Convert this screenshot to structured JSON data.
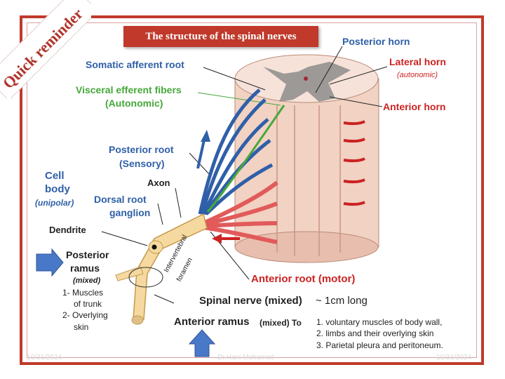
{
  "title": "The structure of the spinal nerves",
  "stamp": "Quick reminder",
  "footer": {
    "left": "10/31/2024",
    "center": "Dr.Hani Mohamed",
    "right": "10/31/2024"
  },
  "colors": {
    "frame": "#c0392b",
    "sensory": "#2f5fa8",
    "visceral": "#46a83a",
    "motor": "#cc2222",
    "cord": "#f1d2c3",
    "nerve": "#f5d9a0"
  },
  "labels": {
    "posterior_horn": "Posterior horn",
    "lateral_horn": "Lateral horn",
    "lateral_horn_note": "(autonomic)",
    "anterior_horn": "Anterior horn",
    "somatic_afferent_root": "Somatic afferent root",
    "visceral_efferent_1": "Visceral efferent fibers",
    "visceral_efferent_2": "(Autonomic)",
    "posterior_root_1": "Posterior root",
    "posterior_root_2": "(Sensory)",
    "axon": "Axon",
    "cell_body_1": "Cell",
    "cell_body_2": "body",
    "cell_body_3": "(unipolar)",
    "dorsal_root_1": "Dorsal root",
    "dorsal_root_2": "ganglion",
    "dendrite": "Dendrite",
    "posterior_ramus_1": "Posterior",
    "posterior_ramus_2": "ramus",
    "posterior_ramus_3": "(mixed)",
    "pr_item1a": "1- Muscles",
    "pr_item1b": "of trunk",
    "pr_item2a": "2- Overlying",
    "pr_item2b": "skin",
    "intervertebral_1": "Intervertebral",
    "intervertebral_2": "foramen",
    "anterior_root": "Anterior root (motor)",
    "spinal_nerve": "Spinal nerve (mixed)",
    "spinal_nerve_len": "~ 1cm long",
    "anterior_ramus": "Anterior ramus",
    "anterior_ramus_note": "(mixed) To",
    "ar_item1": "1. voluntary muscles of body wall,",
    "ar_item2": "2. limbs and their overlying skin",
    "ar_item3": "3. Parietal pleura and peritoneum."
  }
}
